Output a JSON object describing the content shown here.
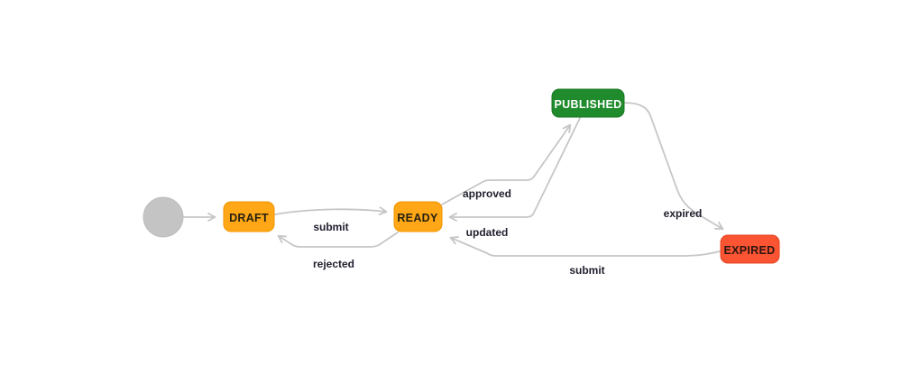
{
  "diagram": {
    "kind": "state-machine",
    "background_color": "#ffffff",
    "edge_color": "#c6c6c6",
    "edge_label_color": "#1f1f2e",
    "initial_state": {
      "name": "initial-state",
      "color": "#c4c4c4",
      "border_color": "#bdbdbd"
    },
    "states": [
      {
        "id": "draft",
        "label": "DRAFT",
        "color": "#ffa716",
        "border_color": "#ef9500",
        "text_color": "#242010"
      },
      {
        "id": "ready",
        "label": "READY",
        "color": "#ffa716",
        "border_color": "#ef9500",
        "text_color": "#242010"
      },
      {
        "id": "published",
        "label": "PUBLISHED",
        "color": "#1f8b2c",
        "border_color": "#177822",
        "text_color": "#ffffff"
      },
      {
        "id": "expired",
        "label": "EXPIRED",
        "color": "#fb5433",
        "border_color": "#e4431f",
        "text_color": "#2b1510"
      }
    ],
    "transitions": [
      {
        "from": "initial",
        "to": "draft",
        "label": ""
      },
      {
        "from": "draft",
        "to": "ready",
        "label": "submit"
      },
      {
        "from": "ready",
        "to": "draft",
        "label": "rejected"
      },
      {
        "from": "ready",
        "to": "published",
        "label": "approved"
      },
      {
        "from": "published",
        "to": "ready",
        "label": "updated"
      },
      {
        "from": "published",
        "to": "expired",
        "label": "expired"
      },
      {
        "from": "expired",
        "to": "ready",
        "label": "submit"
      }
    ]
  }
}
